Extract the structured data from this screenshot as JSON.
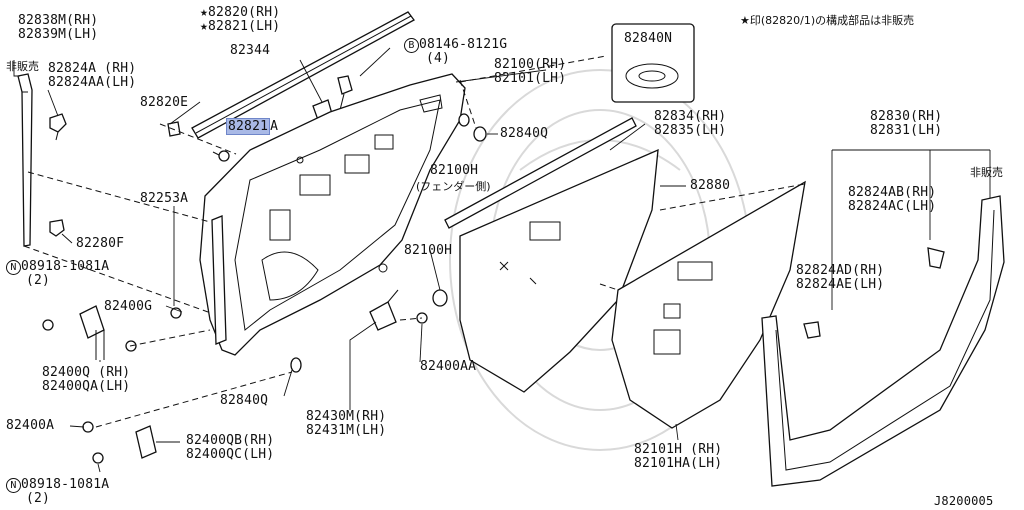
{
  "footnote": "★印(82820/1)の構成部品は非販売",
  "diagram_code": "J8200005",
  "labels": {
    "p82838m": "82838M(RH)",
    "p82839m": "82839M(LH)",
    "not_sold_left": "非販売",
    "p82824a": "82824A (RH)",
    "p82824aa": "82824AA(LH)",
    "p82820": "★82820(RH)",
    "p82821": "★82821(LH)",
    "p82344": "82344",
    "p82820e": "82820E",
    "p82821a_id": "82821",
    "p82821a_suffix": "A",
    "bolt_b": "08146-8121G",
    "bolt_b_qty": "(4)",
    "p82100": "82100(RH)",
    "p82101": "82101(LH)",
    "p82840n": "82840N",
    "p82834": "82834(RH)",
    "p82835": "82835(LH)",
    "p82840q_top": "82840Q",
    "p82100h_a": "82100H",
    "fender_side": "(フェンダー側)",
    "p82880": "82880",
    "p82253a": "82253A",
    "p82280f": "82280F",
    "nut_n1": "08918-1081A",
    "nut_n1_qty": "(2)",
    "p82400g": "82400G",
    "p82100h_b": "82100H",
    "p82400q": "82400Q (RH)",
    "p82400qa": "82400QA(LH)",
    "p82400aa": "82400AA",
    "p82840q_bottom": "82840Q",
    "p82430m": "82430M(RH)",
    "p82431m": "82431M(LH)",
    "p82400a": "82400A",
    "p82400qb": "82400QB(RH)",
    "p82400qc": "82400QC(LH)",
    "nut_n2": "08918-1081A",
    "nut_n2_qty": "(2)",
    "p82101h": "82101H  (RH)",
    "p82101ha": "82101HA(LH)",
    "p82830": "82830(RH)",
    "p82831": "82831(LH)",
    "not_sold_right": "非販売",
    "p82824ab": "82824AB(RH)",
    "p82824ac": "82824AC(LH)",
    "p82824ad": "82824AD(RH)",
    "p82824ae": "82824AE(LH)"
  },
  "symbols": {
    "bolt_prefix": "B",
    "nut_prefix": "N"
  },
  "colors": {
    "highlight": "#a9b9e6",
    "line": "#111111",
    "watermark": "#d9d9d9"
  }
}
